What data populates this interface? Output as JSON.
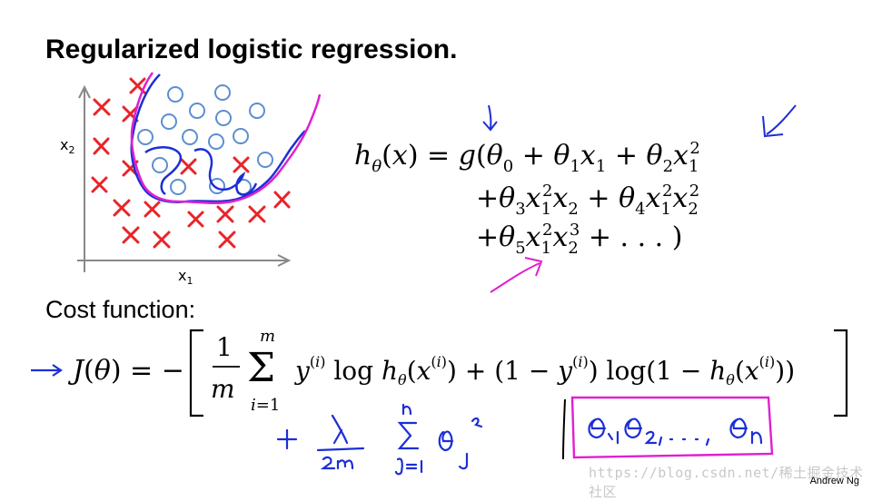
{
  "slide": {
    "title": "Regularized logistic regression.",
    "cost_heading": "Cost function:",
    "author": "Andrew Ng",
    "watermark": "https://blog.csdn.net/稀土掘金技术社区"
  },
  "plot": {
    "x_axis_label": "x",
    "x_axis_sub": "1",
    "y_axis_label": "x",
    "y_axis_sub": "2",
    "legend_colors": {
      "cross": "#e8242a",
      "circle": "#5b8fd0",
      "boundary_blue": "#1c2fd6",
      "boundary_magenta": "#e020d0"
    }
  },
  "hypothesis": {
    "line1_lhs": "hθ(x) =",
    "line1_rhs": "g(θ0 + θ1x1 + θ2x1²",
    "line2": "+θ3x1²x2 + θ4x1²x2²",
    "line3": "+θ5x1²x2³ + . . . )"
  },
  "cost": {
    "formula": "J(θ) = − [ (1/m) Σ y(i) log hθ(x(i)) + (1 − y(i)) log(1 − hθ(x(i))) ]",
    "handwritten_regularizer": "+ λ/2m Σ θj²",
    "handwritten_box": "θ1, θ2, ..., θn"
  }
}
